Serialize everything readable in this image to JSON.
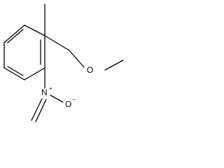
{
  "molecule": {
    "atoms": {
      "ether_oxygen": "O",
      "nitro_nitrogen": "N",
      "nitro_positive_charge": "+",
      "nitro_oxygen": "O",
      "nitro_negative_charge": "−"
    }
  }
}
